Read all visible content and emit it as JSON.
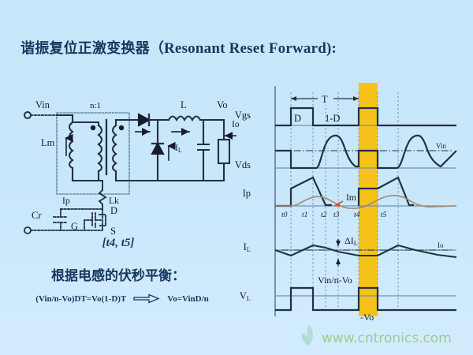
{
  "title": {
    "chinese": "谐振复位正激变换器",
    "paren_open": "（",
    "english": "Resonant Reset Forward",
    "paren_close": "):"
  },
  "circuit": {
    "name": "resonant-reset-forward-converter",
    "labels": {
      "vin": "Vin",
      "turns_ratio": "n:1",
      "lm": "Lm",
      "ip": "Ip",
      "lk": "Lk",
      "cr": "Cr",
      "gate": "G",
      "drain": "D",
      "source": "S",
      "inductor": "L",
      "vo": "Vo",
      "io": "Io",
      "il": "I",
      "il_sub": "L"
    }
  },
  "notes": {
    "interval": "[t4, t5]",
    "volt_second": "根据电感的伏秒平衡：",
    "formula_left": "(Vin/n-Vo)DT=Vo(1-D)T",
    "formula_arrow": "arrow-right-icon",
    "formula_right": "Vo=VinD/n"
  },
  "waveforms": {
    "highlight_color": "#f5c219",
    "trace_color": "#22313f",
    "axis_color": "#5b7c9d",
    "im_color": "#e8502a",
    "im_trace_color": "#a08878",
    "rows": [
      {
        "key": "vgs",
        "label": "Vgs",
        "label_sub": ""
      },
      {
        "key": "vds",
        "label": "Vds",
        "label_sub": ""
      },
      {
        "key": "ip",
        "label": "Ip",
        "label_sub": ""
      },
      {
        "key": "il",
        "label": "I",
        "label_sub": "L"
      },
      {
        "key": "vl",
        "label": "V",
        "label_sub": "L"
      }
    ],
    "annotations": {
      "period": "T",
      "duty_on": "D",
      "duty_off": "1-D",
      "vin_level": "Vin",
      "im": "Im",
      "io_level": "Io",
      "delta_il": "ΔI",
      "delta_il_sub": "L",
      "vl_high": "Vin/n-Vo",
      "vl_low": "-Vo"
    },
    "time_marks": [
      "t0",
      "t1",
      "t2",
      "t3",
      "t4",
      "t5"
    ]
  },
  "watermark": {
    "text": "www.cntronics.com",
    "color": "#9ac98a"
  }
}
